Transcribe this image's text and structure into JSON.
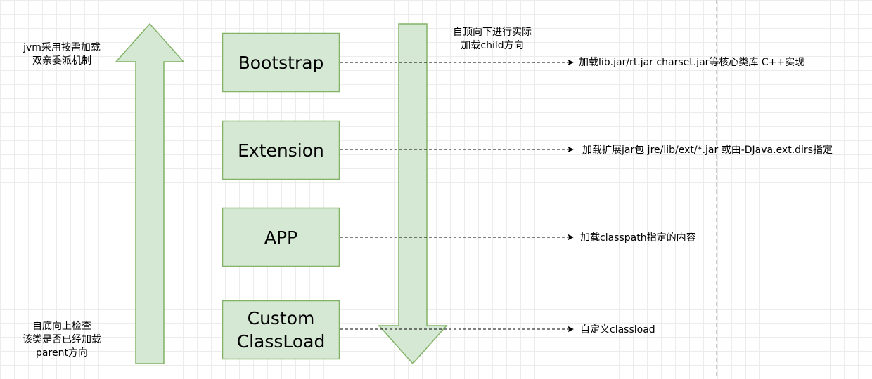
{
  "colors": {
    "box_fill": "#d5e8d4",
    "box_stroke": "#82b366",
    "line": "#000000",
    "grid": "#ececec",
    "background": "#ffffff"
  },
  "notes": {
    "top_left": [
      "jvm采用按需加载",
      "双亲委派机制"
    ],
    "bottom_left": [
      "自底向上检查",
      "该类是否已经加载",
      "parent方向"
    ],
    "top_right": [
      "自顶向下进行实际",
      "加载child方向"
    ]
  },
  "loaders": [
    {
      "label": [
        "Bootstrap"
      ],
      "description": "加载lib.jar/rt.jar charset.jar等核心类库 C++实现"
    },
    {
      "label": [
        "Extension"
      ],
      "description": "加载扩展jar包 jre/lib/ext/*.jar 或由-DJava.ext.dirs指定"
    },
    {
      "label": [
        "APP"
      ],
      "description": "加载classpath指定的内容"
    },
    {
      "label": [
        "Custom",
        "ClassLoad"
      ],
      "description": "自定义classload"
    }
  ]
}
